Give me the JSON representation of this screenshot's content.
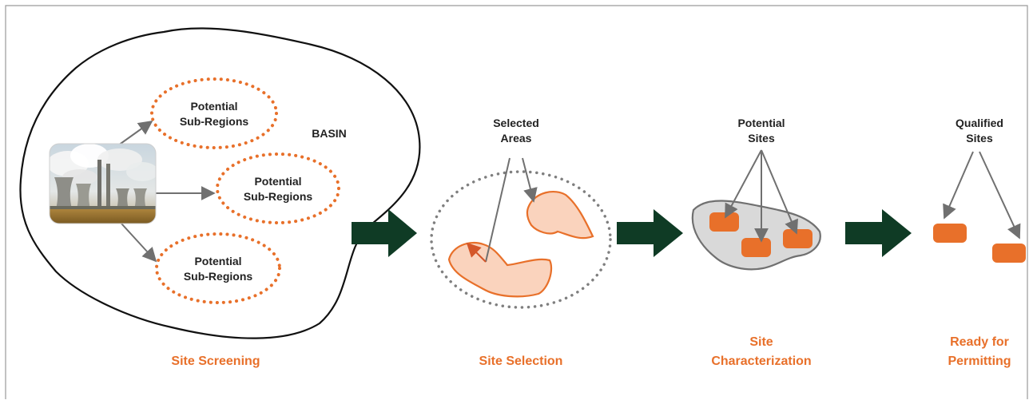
{
  "colors": {
    "orange": "#e8702a",
    "light_orange": "#fad3bd",
    "dark_green": "#0f3b25",
    "gray": "#707070",
    "dotted_gray": "#7f7f7f",
    "site_fill": "#d9d9d9"
  },
  "screening": {
    "basin_label": "BASIN",
    "subregions": [
      {
        "line1": "Potential",
        "line2": "Sub-Regions"
      },
      {
        "line1": "Potential",
        "line2": "Sub-Regions"
      },
      {
        "line1": "Potential",
        "line2": "Sub-Regions"
      }
    ],
    "photo_icon": "power-plant-photo",
    "stage_label": "Site Screening"
  },
  "selection": {
    "label_line1": "Selected",
    "label_line2": "Areas",
    "stage_label": "Site Selection"
  },
  "characterization": {
    "label_line1": "Potential",
    "label_line2": "Sites",
    "stage_line1": "Site",
    "stage_line2": "Characterization"
  },
  "permitting": {
    "label_line1": "Qualified",
    "label_line2": "Sites",
    "stage_line1": "Ready for",
    "stage_line2": "Permitting"
  }
}
